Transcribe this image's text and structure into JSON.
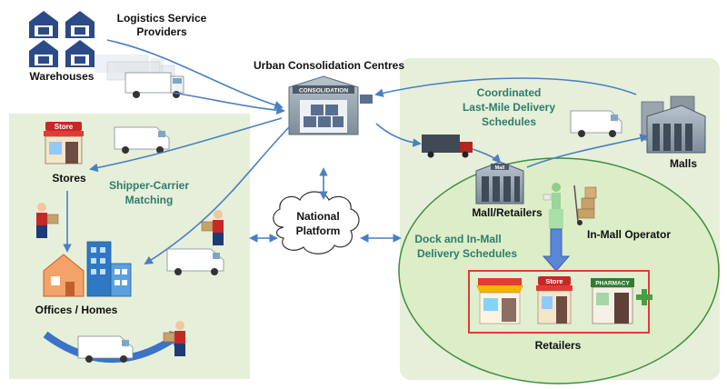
{
  "labels": {
    "lsp": "Logistics Service",
    "lsp2": "Providers",
    "warehouses": "Warehouses",
    "ucc": "Urban Consolidation Centres",
    "consolidation": "CONSOLIDATION",
    "coord1": "Coordinated",
    "coord2": "Last-Mile Delivery",
    "coord3": "Schedules",
    "malls": "Malls",
    "mall_sign": "Mall",
    "stores": "Stores",
    "store_sign": "Store",
    "shipper1": "Shipper-Carrier",
    "shipper2": "Matching",
    "national1": "National",
    "national2": "Platform",
    "mall_retailers": "Mall/Retailers",
    "in_mall_operator": "In-Mall Operator",
    "dock1": "Dock and In-Mall",
    "dock2": "Delivery Schedules",
    "offices_homes": "Offices / Homes",
    "retailers": "Retailers",
    "pharmacy": "PHARMACY"
  },
  "colors": {
    "panel": "#e6efd9",
    "ellipse": "#dcedc8",
    "ellipse_stroke": "#3e8e3e",
    "arrow": "#4a7fc1",
    "teal_text": "#2e7d6b",
    "highlight": "#e53935",
    "down_arrow": "#5b86d6"
  },
  "icons": [
    "warehouse-icon",
    "truck-icon",
    "van-icon",
    "consolidation-building-icon",
    "mall-icon",
    "store-icon",
    "person-with-box-icon",
    "office-building-icon",
    "house-icon",
    "cloud-icon",
    "pharmacy-icon",
    "hand-truck-icon",
    "robot-icon"
  ]
}
